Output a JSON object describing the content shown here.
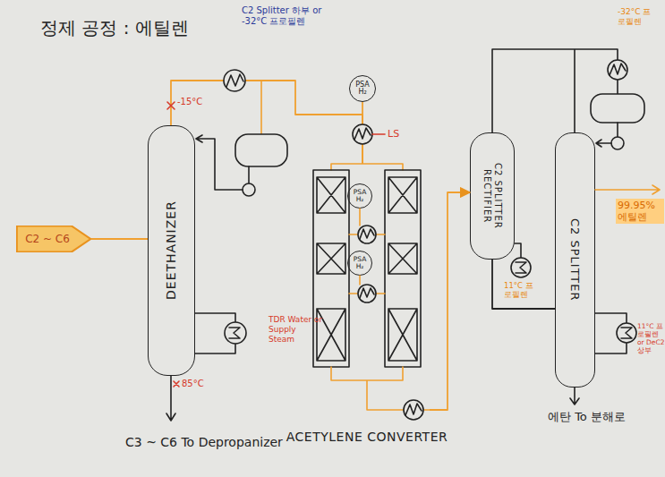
{
  "diagram": {
    "title": "정제 공정 : 에틸렌",
    "nodes": [
      {
        "text": [
          "C2 ~ C6"
        ]
      },
      {
        "text": [
          "DEETHANIZER"
        ]
      },
      {
        "text": [
          "PSA H₂"
        ]
      },
      {
        "text": [
          "ACETYLENE CONVERTER"
        ]
      },
      {
        "text": [
          "PSA H₂"
        ],
        "in": 3
      },
      {
        "text": [
          "PSA H₂"
        ],
        "in": 3
      },
      {
        "text": [
          "C2 SPLITTER RECTIFIER"
        ]
      },
      {
        "text": [
          "C2 SPLITTER"
        ]
      }
    ],
    "edges": [
      {
        "from": 0,
        "to": 1,
        "arrow": "none"
      },
      {
        "from": 1,
        "to": 3,
        "arrow": "none"
      },
      {
        "from": 2,
        "to": 3,
        "arrow": "none"
      },
      {
        "from": 3,
        "to": 6,
        "arrow": "to"
      },
      {
        "from": 6,
        "to": 7,
        "arrow": "none"
      }
    ],
    "labels": [
      "C2 Splitter 하부 or -32°C 프로필렌",
      "-15°C",
      "LS",
      "TDR Water or Supply Steam",
      "85°C",
      "C3 ~ C6 To Depropanizer",
      "-32°C 프로필렌",
      "99.95% 에틸렌",
      "11°C 프로필렌",
      "11°C 프로필렌 or DeC2 상부",
      "에탄 To 분해로"
    ]
  }
}
